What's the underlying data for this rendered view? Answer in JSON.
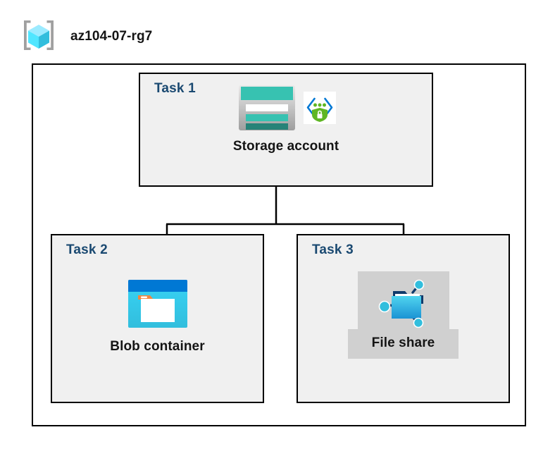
{
  "header": {
    "title": "az104-07-rg7",
    "icon": "resource-group-icon"
  },
  "diagram": {
    "type": "azure-architecture-diagram",
    "container_label": "az104-07-rg7",
    "colors": {
      "panel_fill": "#f0f0f0",
      "panel_border": "#000000",
      "task_label": "#1a4971",
      "caption": "#141414",
      "frame_fill": "#ffffff",
      "selection_highlight": "#d0d0d0",
      "storage_teal": "#37c2b1",
      "storage_teal_dark": "#268378",
      "blob_blue": "#0078d4",
      "blob_cyan": "#32bedd",
      "blob_orange": "#f7863c",
      "fileshare_cyan": "#32bedd",
      "fileshare_navy": "#103a6b",
      "shield_green": "#5fb624",
      "bracket_gray": "#a0a0a0",
      "cube_cyan": "#50e6ff"
    },
    "tasks": [
      {
        "label": "Task 1",
        "node_caption": "Storage account",
        "icons": [
          "storage-account-icon",
          "secure-endpoint-shield-icon"
        ]
      },
      {
        "label": "Task 2",
        "node_caption": "Blob container",
        "icons": [
          "blob-container-icon"
        ]
      },
      {
        "label": "Task 3",
        "node_caption": "File share",
        "icons": [
          "file-share-icon"
        ],
        "selected": true
      }
    ],
    "connections": [
      {
        "from": "Storage account",
        "to": "Blob container"
      },
      {
        "from": "Storage account",
        "to": "File share"
      }
    ]
  }
}
